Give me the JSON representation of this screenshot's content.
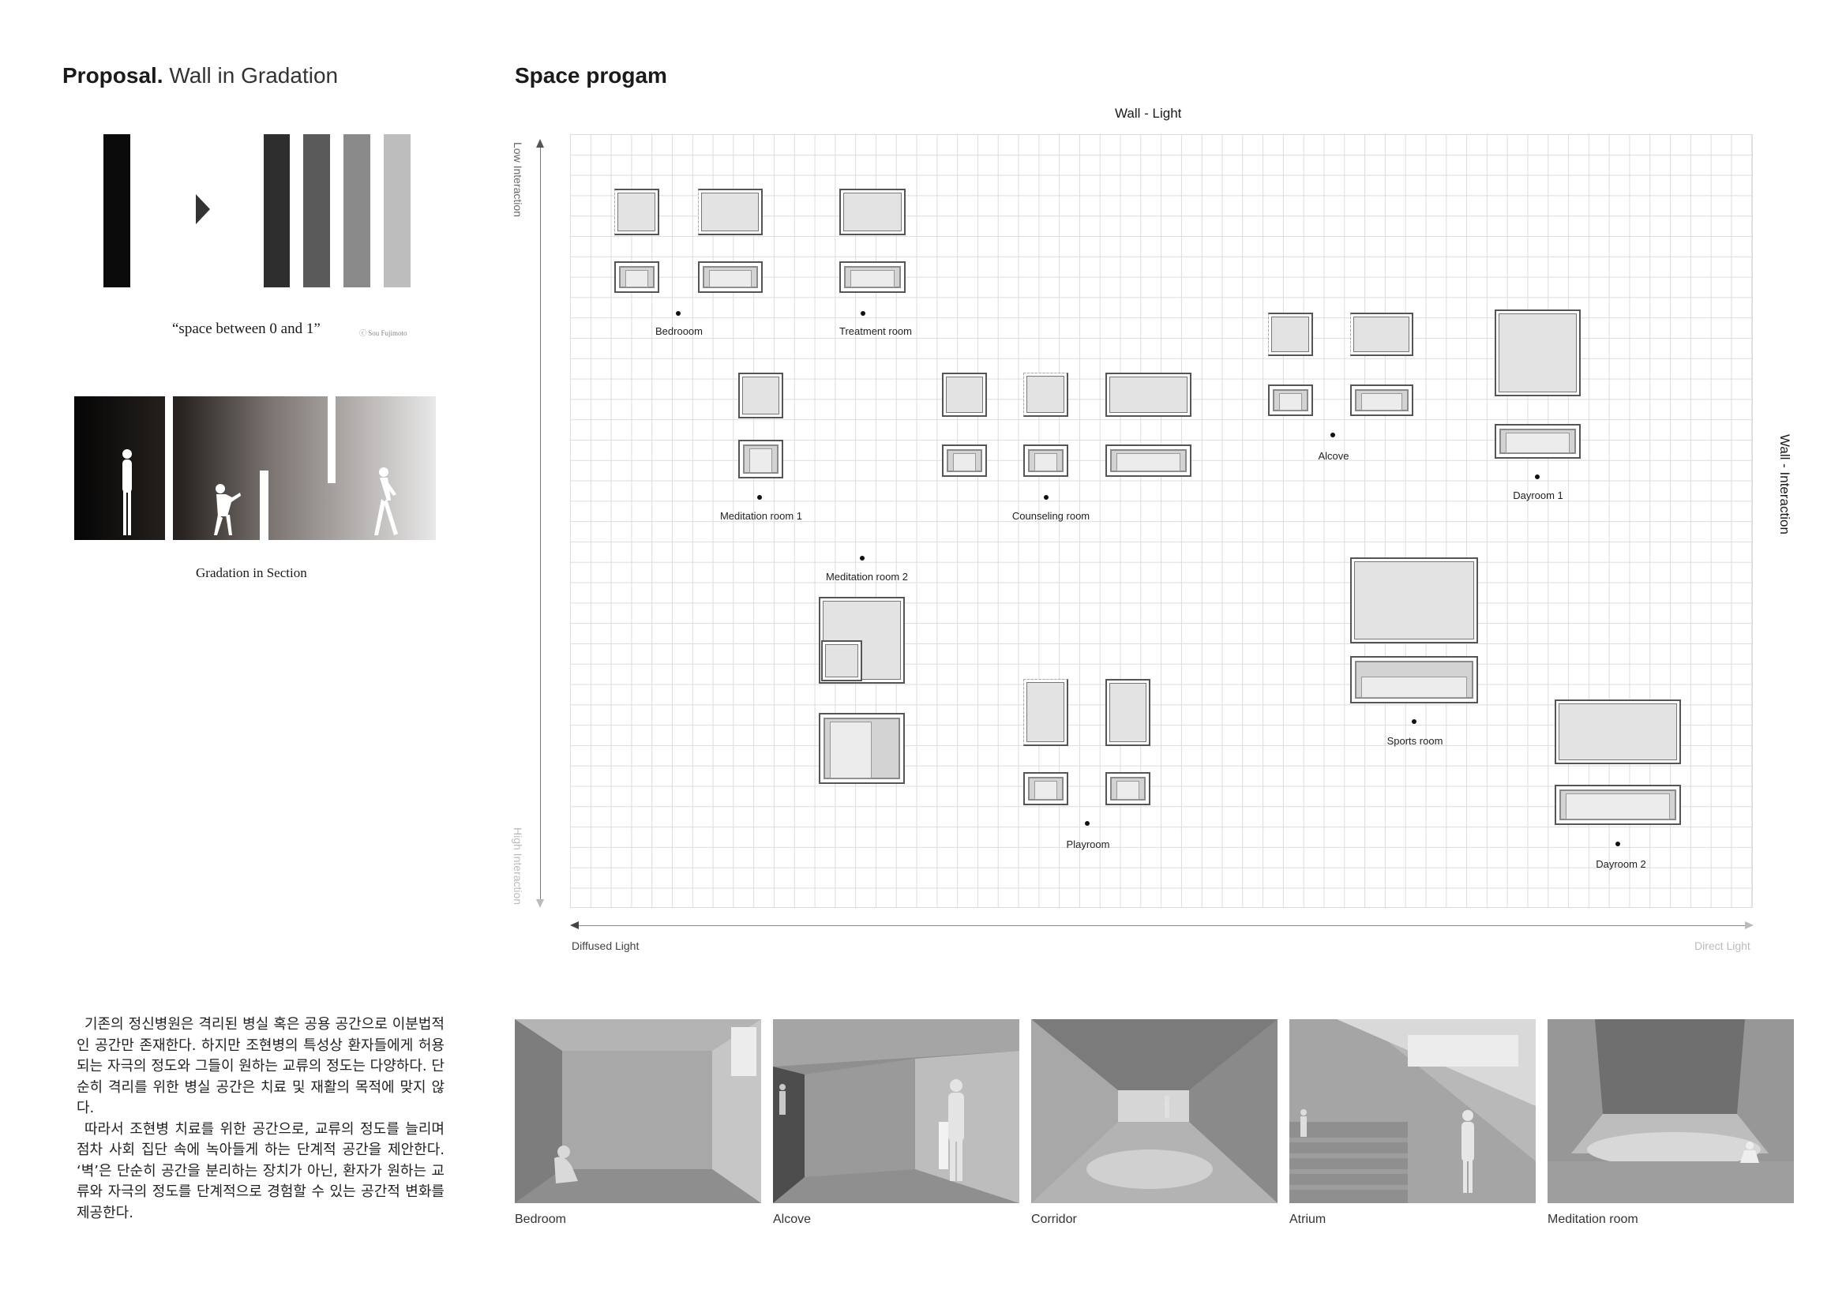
{
  "proposal": {
    "title_bold": "Proposal.",
    "title_rest": "Wall in Gradation",
    "quote": "“space between 0 and 1”",
    "credit": "ⓒ Sou Fujimoto",
    "section_caption": "Gradation in Section",
    "body_paragraphs": [
      "기존의 정신병원은 격리된 병실 혹은 공용 공간으로 이분법적인 공간만 존재한다. 하지만 조현병의 특성상 환자들에게 허용되는 자극의 정도와 그들이 원하는 교류의 정도는 다양하다. 단순히 격리를 위한 병실 공간은 치료 및 재활의 목적에 맞지 않다.",
      "따라서 조현병 치료를 위한 공간으로, 교류의 정도를 늘리며 점차 사회 집단 속에 녹아들게 하는 단계적 공간을 제안한다. ‘벽’은 단순히 공간을 분리하는 장치가 아닌, 환자가 원하는 교류와 자극의 정도를 단계적으로 경험할 수 있는 공간적 변화를 제공한다."
    ],
    "gradation_bar_colors": [
      "#0b0b0b",
      "#2e2e2e",
      "#5a5a5a",
      "#8a8a8a",
      "#bdbdbd"
    ]
  },
  "program": {
    "title": "Space progam",
    "top_axis": "Wall  - Light",
    "right_axis": "Wall  - Interaction",
    "y_axis_top": "Low Interaction",
    "y_axis_bottom": "High Interaction",
    "x_axis_left": "Diffused Light",
    "x_axis_right": "Direct Light",
    "rooms": [
      {
        "id": "bedroom",
        "label": "Bedrooom"
      },
      {
        "id": "treatment",
        "label": "Treatment room"
      },
      {
        "id": "meditation1",
        "label": "Meditation room 1"
      },
      {
        "id": "counseling",
        "label": "Counseling room"
      },
      {
        "id": "alcove",
        "label": "Alcove"
      },
      {
        "id": "dayroom1",
        "label": "Dayroom 1"
      },
      {
        "id": "meditation2",
        "label": "Meditation room 2"
      },
      {
        "id": "sports",
        "label": "Sports room"
      },
      {
        "id": "playroom",
        "label": "Playroom"
      },
      {
        "id": "dayroom2",
        "label": "Dayroom 2"
      }
    ]
  },
  "photos": [
    {
      "caption": "Bedroom"
    },
    {
      "caption": "Alcove"
    },
    {
      "caption": "Corridor"
    },
    {
      "caption": "Atrium"
    },
    {
      "caption": "Meditation room"
    }
  ]
}
